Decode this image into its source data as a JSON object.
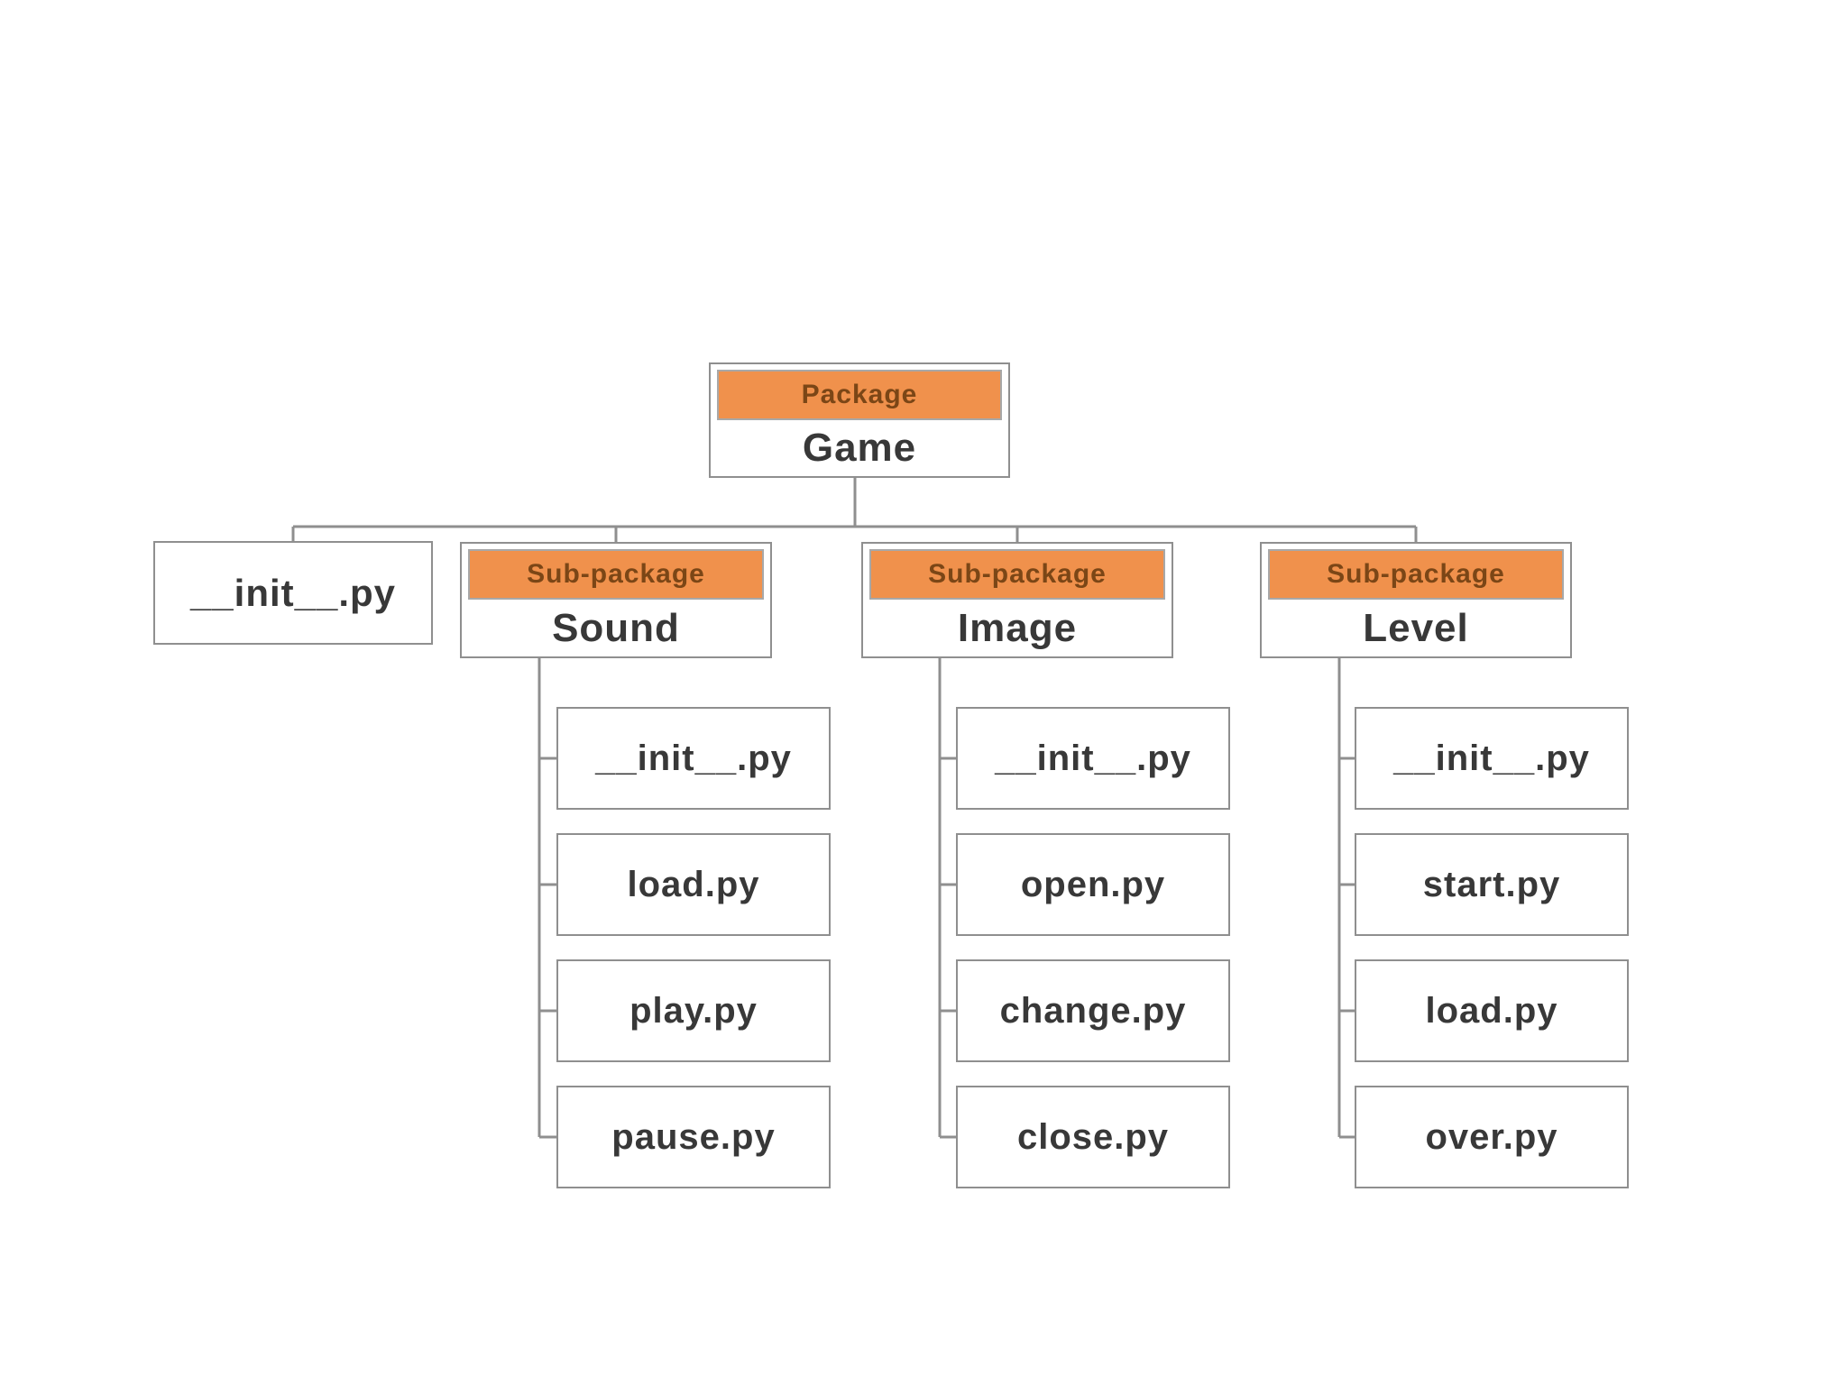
{
  "diagram": {
    "root": {
      "tag": "Package",
      "name": "Game"
    },
    "root_init_file": "__init__.py",
    "subpackages": [
      {
        "tag": "Sub-package",
        "name": "Sound",
        "files": [
          "__init__.py",
          "load.py",
          "play.py",
          "pause.py"
        ]
      },
      {
        "tag": "Sub-package",
        "name": "Image",
        "files": [
          "__init__.py",
          "open.py",
          "change.py",
          "close.py"
        ]
      },
      {
        "tag": "Sub-package",
        "name": "Level",
        "files": [
          "__init__.py",
          "start.py",
          "load.py",
          "over.py"
        ]
      }
    ],
    "colors": {
      "header_fill": "#F0914C",
      "header_text": "#7B4616",
      "box_border": "#8F8F8F",
      "label_text": "#383838",
      "connector": "#8F8F8F",
      "background": "#FFFFFF"
    }
  }
}
